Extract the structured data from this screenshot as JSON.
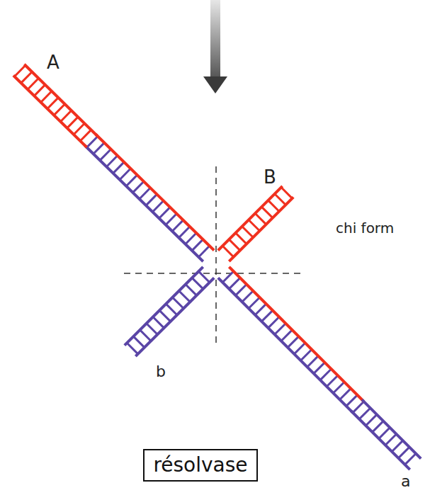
{
  "diagram": {
    "nodes": [
      {
        "text": [
          "résolvase"
        ]
      }
    ],
    "labels": [
      "A",
      "B",
      "chi form",
      "b",
      "a"
    ]
  }
}
